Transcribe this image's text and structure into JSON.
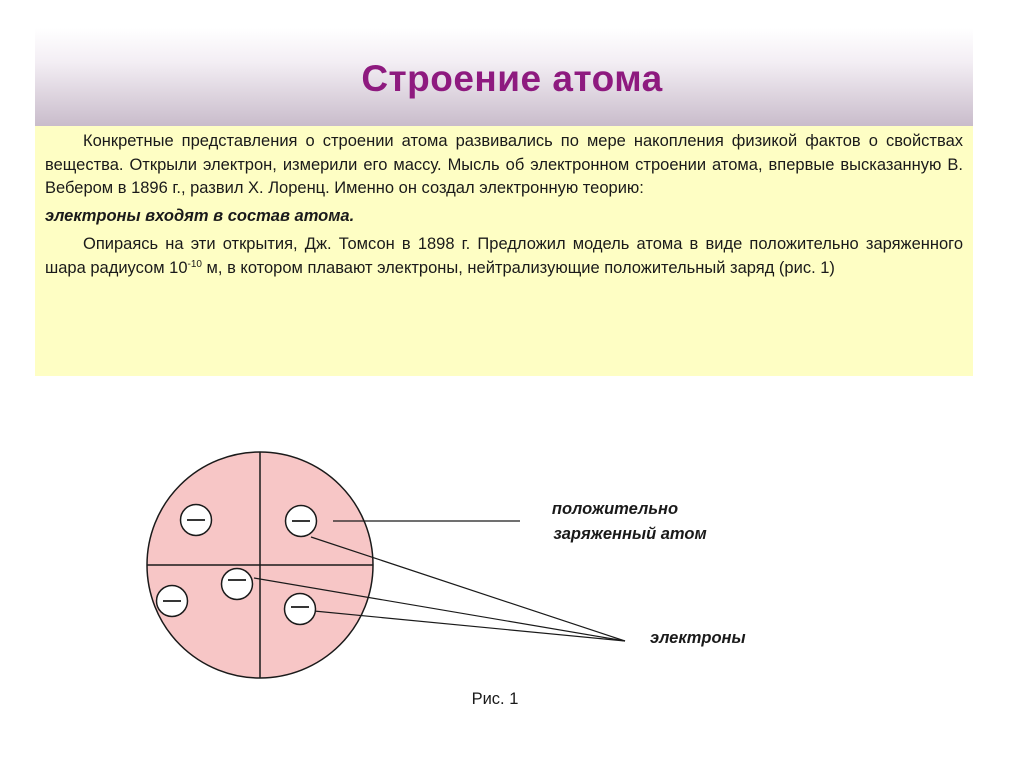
{
  "slide": {
    "title": "Строение атома"
  },
  "body": {
    "para1": "Конкретные представления о строении атома развивались  по мере накопления физикой фактов о свойствах вещества. Открыли электрон, измерили его массу. Мысль об электронном строении атома, впервые высказанную В. Вебером в 1896 г., развил Х. Лоренц. Именно он создал электронную теорию:",
    "emphasis": "электроны входят в состав атома.",
    "para2_before": "Опираясь на эти открытия, Дж. Томсон в 1898 г. Предложил модель атома в виде положительно заряженного шара радиусом 10",
    "para2_exp": "-10",
    "para2_after": " м, в котором плавают электроны, нейтрализующие положительный заряд (рис. 1)"
  },
  "figure": {
    "label_atom_line1": "положительно",
    "label_atom_line2": "заряженный атом",
    "label_electrons": "электроны",
    "electron_symbol": "—",
    "caption": "Рис. 1"
  },
  "colors": {
    "title": "#8e1a7f",
    "text_box": "#fefec4",
    "atom_fill": "#f7c6c6"
  }
}
